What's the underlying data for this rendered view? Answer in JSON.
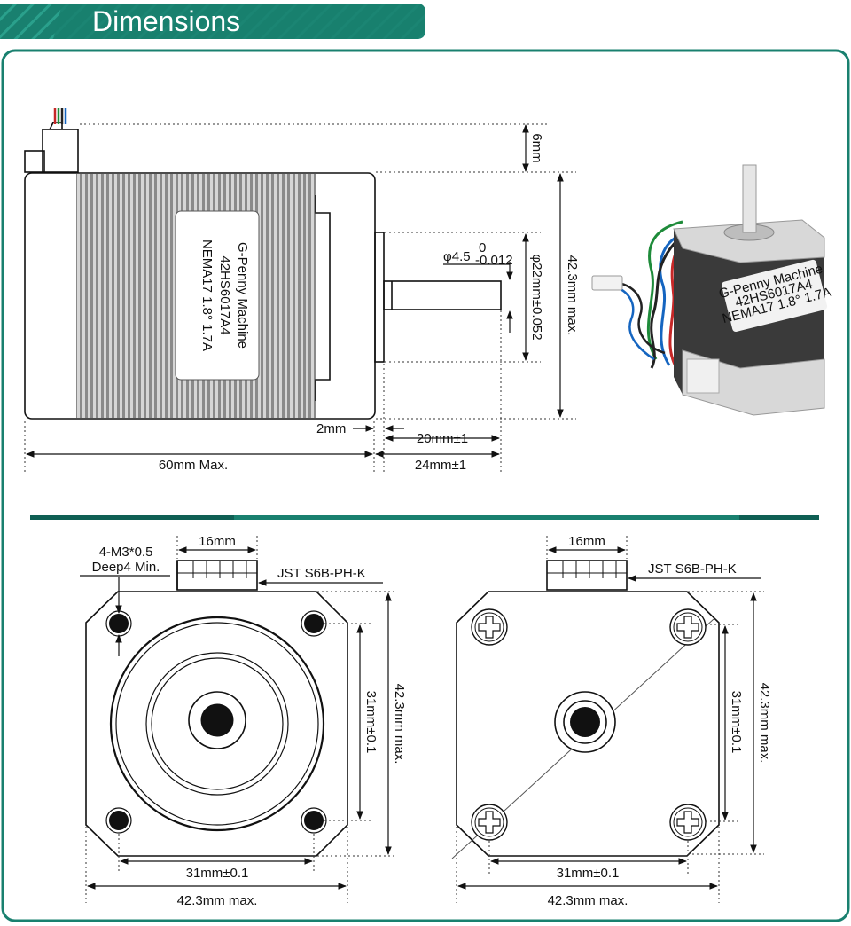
{
  "header": {
    "title": "Dimensions",
    "accent": "#19806f",
    "accent_dark": "#0f5f54"
  },
  "side_view": {
    "label_line1": "G-Penny Machine",
    "label_line2": "42HS6017A4",
    "label_line3": "NEMA17  1.8° 1.7A",
    "dim_connector": "6mm",
    "dim_height": "42.3mm max.",
    "dim_flange": "φ22mm±0.052",
    "dim_shaft_dia": "φ4.5",
    "dim_shaft_tol_upper": "0",
    "dim_shaft_tol_lower": "-0.012",
    "dim_boss": "2mm",
    "dim_shaft_len": "20mm±1",
    "dim_body_len": "60mm Max.",
    "dim_total_shaft": "24mm±1"
  },
  "photo": {
    "line1": "G-Penny Machine",
    "line2": "42HS6017A4",
    "line3": "NEMA17 1.8° 1.7A"
  },
  "front_view": {
    "dim_connector_w": "16mm",
    "hole_note_1": "4-M3*0.5",
    "hole_note_2": "Deep4 Min.",
    "connector_type": "JST S6B-PH-K",
    "dim_hole_v": "31mm±0.1",
    "dim_body_v": "42.3mm max.",
    "dim_hole_h": "31mm±0.1",
    "dim_body_h": "42.3mm max."
  },
  "back_view": {
    "dim_connector_w": "16mm",
    "connector_type": "JST S6B-PH-K",
    "dim_hole_v": "31mm±0.1",
    "dim_body_v": "42.3mm max.",
    "dim_hole_h": "31mm±0.1",
    "dim_body_h": "42.3mm max."
  }
}
